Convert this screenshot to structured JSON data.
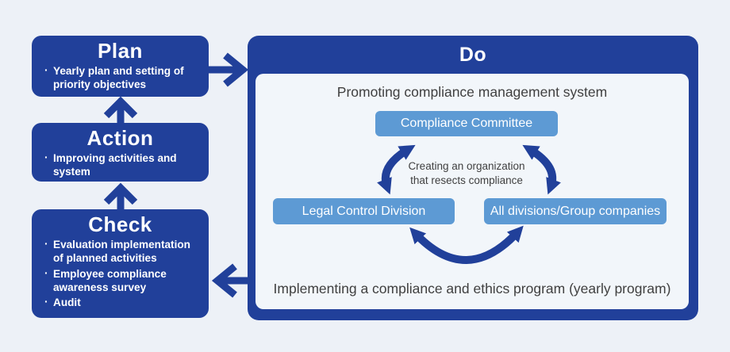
{
  "ui": {
    "bullet_char": "·"
  },
  "colors": {
    "dark_blue": "#21409a",
    "light_blue": "#5d9ad4",
    "background": "#edf1f7",
    "panel": "#f2f6fa",
    "note_text": "#404040"
  },
  "plan_box": {
    "title": "Plan",
    "bullets": [
      "Yearly plan and setting of priority objectives"
    ]
  },
  "action_box": {
    "title": "Action",
    "bullets": [
      "Improving activities and system"
    ]
  },
  "check_box": {
    "title": "Check",
    "bullets": [
      "Evaluation implementation of planned activities",
      "Employee compliance awareness survey",
      "Audit"
    ]
  },
  "do_box": {
    "title": "Do",
    "heading": "Promoting compliance management system",
    "committee": "Compliance Committee",
    "left_unit": "Legal Control Division",
    "right_unit": "All divisions/Group companies",
    "org_note": [
      "Creating an organization",
      "that resects compliance"
    ],
    "program_note": "Implementing a compliance and ethics program (yearly program)"
  }
}
